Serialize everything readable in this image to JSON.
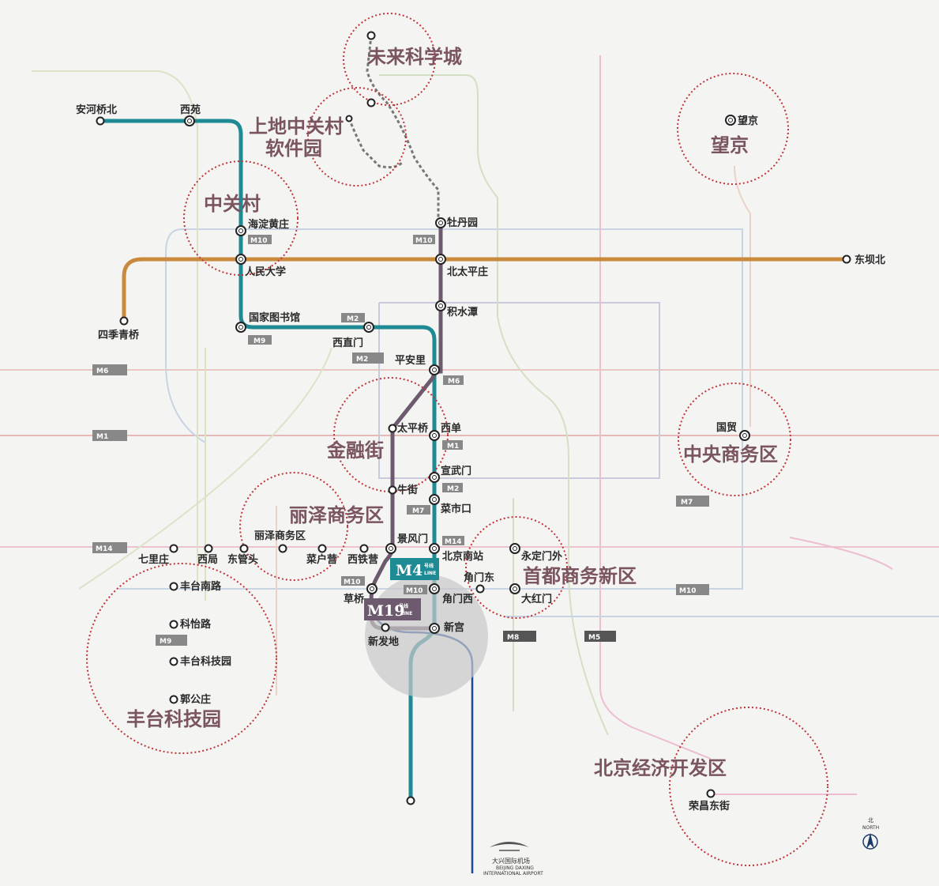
{
  "stations": {
    "anhe": "安河桥北",
    "xiyuan": "西苑",
    "haidian": "海淀黄庄",
    "renda": "人民大学",
    "guotu": "国家图书馆",
    "siji": "四季青桥",
    "xizhimen": "西直门",
    "pinganli": "平安里",
    "mudan": "牡丹园",
    "beitai": "北太平庄",
    "jishuitan": "积水潭",
    "dongbabei": "东坝北",
    "wangjing": "望京",
    "guomao": "国贸",
    "taiping": "太平桥",
    "xidan": "西单",
    "xuanwu": "宣武门",
    "niujie": "牛街",
    "caishikou": "菜市口",
    "jingfeng": "景风门",
    "beijingnan": "北京南站",
    "yongding": "永定门外",
    "jiaomendong": "角门东",
    "dahongmen": "大红门",
    "jiaomenxi": "角门西",
    "caoqiao": "草桥",
    "xingong": "新宫",
    "xinfadi": "新发地",
    "qilizhuang": "七里庄",
    "xiju": "西局",
    "dongguantou": "东管头",
    "lizeshang": "丽泽商务区",
    "caihuying": "菜户营",
    "xitieying": "西铁营",
    "fengtainanlu": "丰台南路",
    "kepalu": "科怡路",
    "fengtaikeji": "丰台科技园",
    "guogongzhuang": "郭公庄",
    "rongchang": "荣昌东街"
  },
  "zones": {
    "weilai": "未来科学城",
    "shangdi1": "上地中关村",
    "shangdi2": "软件园",
    "zgc": "中关村",
    "wangjing": "望京",
    "jinrong": "金融街",
    "zhongyang": "中央商务区",
    "lize": "丽泽商务区",
    "shoudu": "首都商务新区",
    "fengtai": "丰台科技园",
    "jingkai": "北京经济开发区"
  },
  "tags": {
    "M10a": "M10",
    "M10b": "M10",
    "M9a": "M9",
    "M2a": "M2",
    "M2b": "M2",
    "M6a": "M6",
    "M6b": "M6",
    "M1a": "M1",
    "M1b": "M1",
    "M2c": "M2",
    "M7a": "M7",
    "M7b": "M7",
    "M14a": "M14",
    "M14b": "M14",
    "M10c": "M10",
    "M10d": "M10",
    "M10e": "M10",
    "M9b": "M9",
    "M8": "M8",
    "M5": "M5"
  },
  "badges": {
    "m4": "M4",
    "m19": "M19",
    "haoxian": "号线",
    "line": "LINE"
  },
  "airport": {
    "name": "大兴国际机场",
    "en1": "BEIJING DAXING",
    "en2": "INTERNATIONAL AIRPORT"
  },
  "compass": {
    "cn": "北",
    "en": "NORTH"
  },
  "colors": {
    "m4": "#1e8a93",
    "m19": "#6e5a6e",
    "orange": "#c98a3e",
    "red_dotted": "#c0343a",
    "zone_text": "#7a5560",
    "navy": "#1a4a9a"
  }
}
